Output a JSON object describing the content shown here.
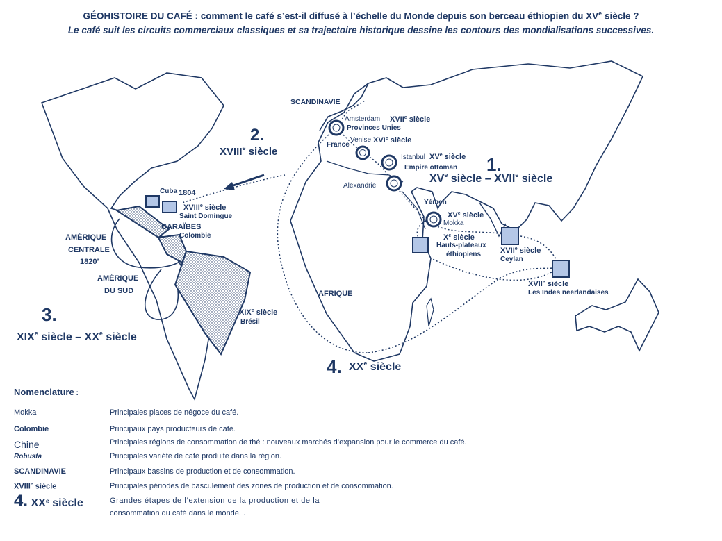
{
  "title": {
    "line1_a": "GÉOHISTOIRE DU CAFÉ : comment le café s’est-il diffusé à l’échelle du Monde depuis son berceau éthiopien du XV",
    "line1_sup": "e",
    "line1_b": " siècle ?",
    "line2": "Le café suit les circuits commerciaux classiques et sa trajectoire historique dessine les contours des mondialisations successives."
  },
  "map": {
    "labels": {
      "scandinavie": "SCANDINAVIE",
      "amsterdam": "Amsterdam",
      "provinces_unies": "Provinces Unies",
      "france": "France",
      "venise": "Venise",
      "istanbul": "Istanbul",
      "empire_ottoman": "Empire ottoman",
      "alexandrie": "Alexandrie",
      "yemen": "Yémen",
      "mokka": "Mokka",
      "hauts_plateaux": "Hauts-plateaux",
      "ethiopiens": "éthiopiens",
      "ceylan": "Ceylan",
      "indes": "Les Indes neerlandaises",
      "afrique": "AFRIQUE",
      "cuba": "Cuba",
      "year_1804": "1804",
      "saint_domingue": "Saint Domingue",
      "caraibes": "CARAÏBES",
      "colombie": "Colombie",
      "amerique_centrale_1": "AMÉRIQUE",
      "amerique_centrale_2": "CENTRALE",
      "year_1820": "1820’",
      "amerique_sud_1": "AMÉRIQUE",
      "amerique_sud_2": "DU SUD",
      "bresil": "Brésil"
    },
    "centuries": {
      "xvii": "XVII",
      "xvi": "XVI",
      "xv": "XV",
      "x": "X",
      "xviii": "XVIII",
      "xix": "XIX",
      "xx": "XX",
      "sup": "e",
      "siecle": " siècle"
    },
    "stages": {
      "s1_num": "1.",
      "s1_a": "XV",
      "s1_b": " siècle – XVII",
      "s1_c": " siècle",
      "s2_num": "2.",
      "s2_a": "XVIII",
      "s2_c": " siècle",
      "s3_num": "3.",
      "s3_a": "XIX",
      "s3_b": " siècle – XX",
      "s3_c": " siècle",
      "s4_num": "4.",
      "s4_a": "XX",
      "s4_c": " siècle"
    }
  },
  "legend": {
    "title": "Nomenclature",
    "title_colon": " :",
    "rows": [
      {
        "key": "Mokka",
        "value": "Principales places de négoce du café."
      },
      {
        "key": "Colombie",
        "value": "Principaux pays producteurs de café."
      },
      {
        "key": "Chine",
        "value": "Principales régions de consommation de thé : nouveaux marchés d’expansion pour le commerce du café."
      },
      {
        "key": "Robusta",
        "value": "Principales variété de café produite dans la région."
      },
      {
        "key": "SCANDINAVIE",
        "value": "Principaux bassins de production et de consommation."
      },
      {
        "key": "XVIII",
        "key_sup": "e",
        "key_tail": " siècle",
        "value": "Principales périodes de basculement des zones de production et de consommation."
      },
      {
        "key": "4.",
        "key_b": " XX",
        "key_sup": "e",
        "key_tail": " siècle",
        "value": "Grandes étapes de l’extension de la production et de la",
        "value2": "consommation du café dans le monde. ."
      }
    ]
  },
  "colors": {
    "ink": "#1f3864",
    "square_fill": "#b4c7e7",
    "hatch": "#1f3864"
  }
}
